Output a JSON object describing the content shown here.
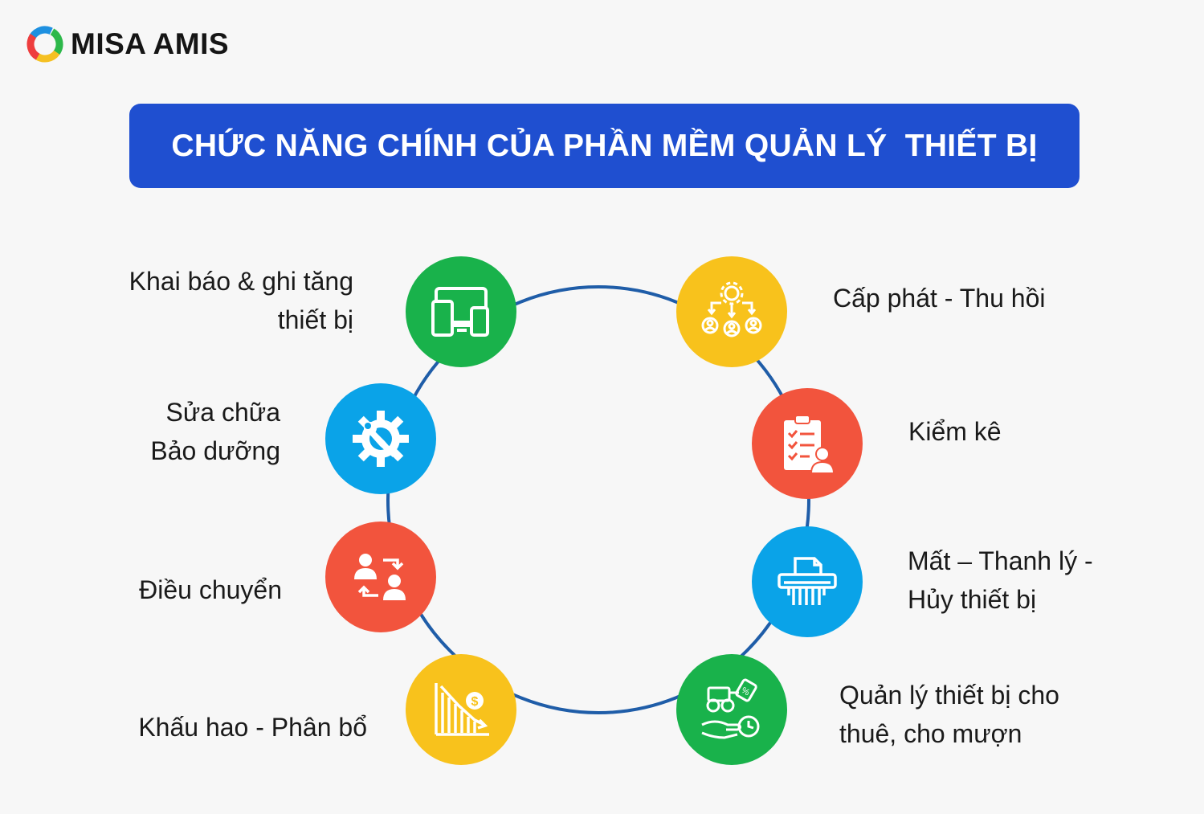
{
  "brand": {
    "name": "MISA AMIS"
  },
  "title": "CHỨC NĂNG CHÍNH CỦA PHẦN MỀM QUẢN LÝ  THIẾT BỊ",
  "colors": {
    "title_bg": "#1f4fd0",
    "ring": "#1f5da8",
    "green": "#19b24b",
    "blue": "#0aa3e8",
    "red": "#f2543d",
    "yellow": "#f8c21c"
  },
  "features": [
    {
      "id": "khai-bao",
      "color": "green",
      "icon": "devices-icon",
      "lines": [
        "Khai báo & ghi tăng",
        "thiết bị"
      ]
    },
    {
      "id": "sua-chua",
      "color": "blue",
      "icon": "gear-wrench-icon",
      "lines": [
        "Sửa chữa",
        "Bảo dưỡng"
      ]
    },
    {
      "id": "dieu-chuyen",
      "color": "red",
      "icon": "transfer-users-icon",
      "lines": [
        "Điều chuyển"
      ]
    },
    {
      "id": "khau-hao",
      "color": "yellow",
      "icon": "depreciation-chart-icon",
      "lines": [
        "Khấu hao - Phân bổ"
      ]
    },
    {
      "id": "cap-phat",
      "color": "yellow",
      "icon": "allocation-gear-icon",
      "lines": [
        "Cấp phát - Thu hồi"
      ]
    },
    {
      "id": "kiem-ke",
      "color": "red",
      "icon": "checklist-clipboard-icon",
      "lines": [
        "Kiểm kê"
      ]
    },
    {
      "id": "thanh-ly",
      "color": "blue",
      "icon": "shredder-icon",
      "lines": [
        "Mất – Thanh lý -",
        "Hủy thiết bị"
      ]
    },
    {
      "id": "cho-thue",
      "color": "green",
      "icon": "rental-hand-icon",
      "lines": [
        "Quản lý thiết bị cho",
        "thuê, cho mượn"
      ]
    }
  ]
}
